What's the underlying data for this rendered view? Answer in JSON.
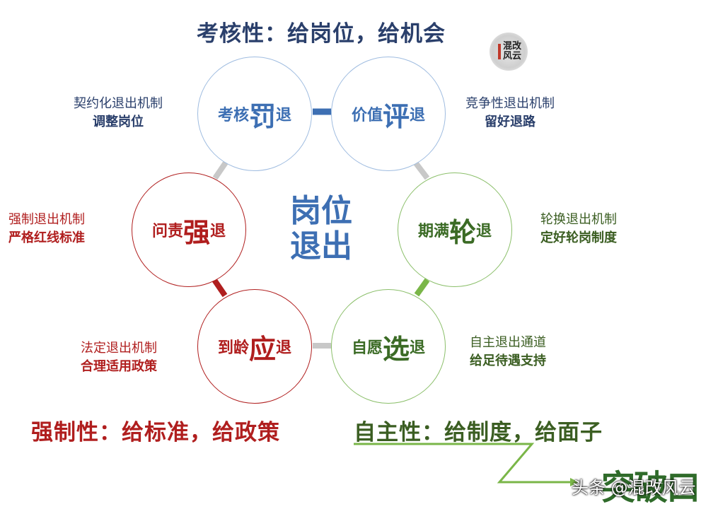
{
  "header": {
    "title": "考核性：给岗位，给机会"
  },
  "center": {
    "line1": "岗位",
    "line2": "退出"
  },
  "nodes": [
    {
      "id": "kaohe",
      "pre": "考核",
      "big": "罚",
      "post": "退",
      "color": "#3d6fb3"
    },
    {
      "id": "jiazhi",
      "pre": "价值",
      "big": "评",
      "post": "退",
      "color": "#3d6fb3"
    },
    {
      "id": "qiman",
      "pre": "期满",
      "big": "轮",
      "post": "退",
      "color": "#3b6b25"
    },
    {
      "id": "ziyuan",
      "pre": "自愿",
      "big": "选",
      "post": "退",
      "color": "#3b6b25"
    },
    {
      "id": "daoling",
      "pre": "到龄",
      "big": "应",
      "post": "退",
      "color": "#b01e1e"
    },
    {
      "id": "wenze",
      "pre": "问责",
      "big": "强",
      "post": "退",
      "color": "#b01e1e"
    }
  ],
  "side_labels": [
    {
      "line1": "契约化退出机制",
      "line2": "调整岗位",
      "color": "#2a3f6b"
    },
    {
      "line1": "竞争性退出机制",
      "line2": "留好退路",
      "color": "#2a3f6b"
    },
    {
      "line1": "轮换退出机制",
      "line2": "定好轮岗制度",
      "color": "#3b5e22"
    },
    {
      "line1": "自主退出通道",
      "line2": "给足待遇支持",
      "color": "#3b5e22"
    },
    {
      "line1": "法定退出机制",
      "line2": "合理适用政策",
      "color": "#b01e1e"
    },
    {
      "line1": "强制退出机制",
      "line2": "严格红线标准",
      "color": "#b01e1e"
    }
  ],
  "footer": {
    "left": "强制性：给标准，给政策",
    "right": "自主性：给制度，给面子"
  },
  "logo": {
    "text": "混改风云"
  },
  "tuokou": "突破口",
  "watermark": "头条 @混改风云",
  "colors": {
    "blue": "#3d6fb3",
    "navy": "#2a3f6b",
    "green": "#3b6b25",
    "red": "#b01e1e",
    "gray": "#c8c8c8",
    "connector_green": "#7ab648"
  }
}
